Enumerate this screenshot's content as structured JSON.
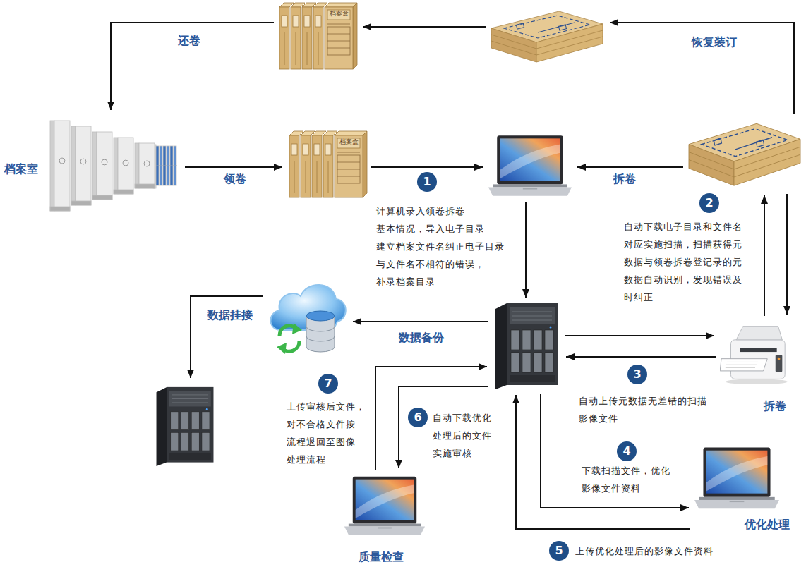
{
  "diagram": {
    "nodes": [
      {
        "text": []
      },
      {
        "text": []
      },
      {
        "text": [
          "档案室"
        ]
      },
      {
        "text": []
      },
      {
        "text": []
      },
      {
        "text": []
      },
      {
        "text": []
      },
      {
        "text": []
      },
      {
        "text": [
          "拆卷"
        ]
      },
      {
        "text": []
      },
      {
        "text": [
          "质量检查"
        ]
      },
      {
        "text": [
          "优化处理"
        ]
      }
    ],
    "edges": [
      {
        "from": 1,
        "to": 0,
        "arrow": "to"
      },
      {
        "from": 5,
        "to": 1,
        "label": "恢复装订",
        "arrow": "to"
      },
      {
        "from": 0,
        "to": 2,
        "label": "还卷",
        "arrow": "to"
      },
      {
        "from": 2,
        "to": 3,
        "label": "领卷",
        "arrow": "to"
      },
      {
        "from": 3,
        "to": 4,
        "arrow": "to"
      },
      {
        "from": 5,
        "to": 4,
        "label": "拆卷",
        "arrow": "to"
      },
      {
        "from": 4,
        "to": 7,
        "arrow": "to"
      },
      {
        "from": 8,
        "to": 5,
        "arrow": "to"
      },
      {
        "from": 5,
        "to": 8,
        "arrow": "to"
      },
      {
        "from": 7,
        "to": 8,
        "arrow": "to"
      },
      {
        "from": 8,
        "to": 7,
        "arrow": "to"
      },
      {
        "from": 7,
        "to": 6,
        "label": "数据备份",
        "arrow": "to"
      },
      {
        "from": 6,
        "to": 9,
        "label": "数据挂接",
        "arrow": "to"
      },
      {
        "from": 7,
        "to": 11,
        "arrow": "to"
      },
      {
        "from": 11,
        "to": 7,
        "arrow": "to"
      },
      {
        "from": 7,
        "to": 10,
        "arrow": "to"
      },
      {
        "from": 10,
        "to": 7,
        "arrow": "to"
      }
    ],
    "labels": [
      "1",
      "计算机录入领卷拆卷 基本情况，导入电子目录 建立档案文件名纠正电子目录 与文件名不相符的错误， 补录档案目录",
      "2",
      "自动下载电子目录和文件名 对应实施扫描，扫描获得元 数据与领卷拆卷登记录的元 数据自动识别，发现错误及 时纠正",
      "3",
      "自动上传元数据无差错的扫描 影像文件",
      "4",
      "下载扫描文件，优化 影像文件资料",
      "5",
      "上传优化处理后的影像文件资料",
      "6",
      "自动下载优化 处理后的文件 实施审核",
      "7",
      "上传审核后文件， 对不合格文件按 流程退回至图像 处理流程",
      "档案盒",
      "档案盒"
    ]
  }
}
